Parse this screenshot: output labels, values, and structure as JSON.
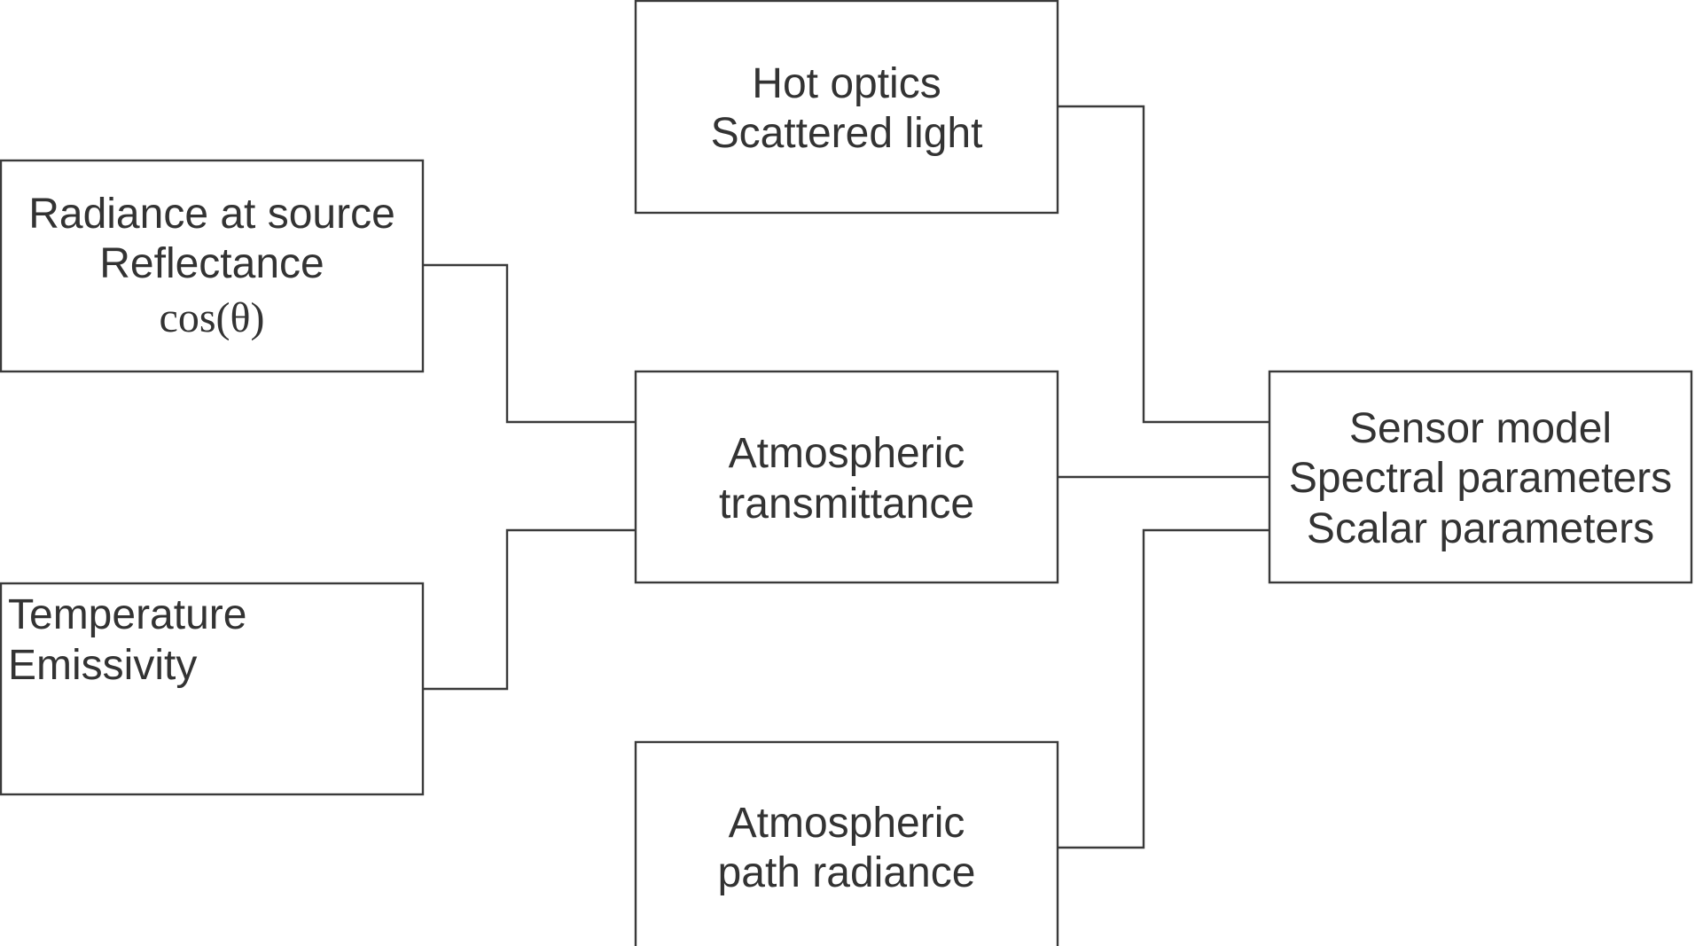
{
  "diagram": {
    "boxes": {
      "hot_optics": {
        "lines": [
          "Hot optics",
          "Scattered light"
        ]
      },
      "radiance": {
        "lines": [
          "Radiance at source",
          "Reflectance",
          "cos(θ)"
        ]
      },
      "transmittance": {
        "lines": [
          "Atmospheric",
          "transmittance"
        ]
      },
      "sensor": {
        "lines": [
          "Sensor model",
          "Spectral parameters",
          "Scalar parameters"
        ]
      },
      "temperature": {
        "lines": [
          "Temperature",
          "Emissivity"
        ]
      },
      "path_radiance": {
        "lines": [
          "Atmospheric",
          "path radiance"
        ]
      }
    },
    "colors": {
      "stroke": "#3a3a3a",
      "text": "#333333",
      "background": "#ffffff"
    }
  }
}
